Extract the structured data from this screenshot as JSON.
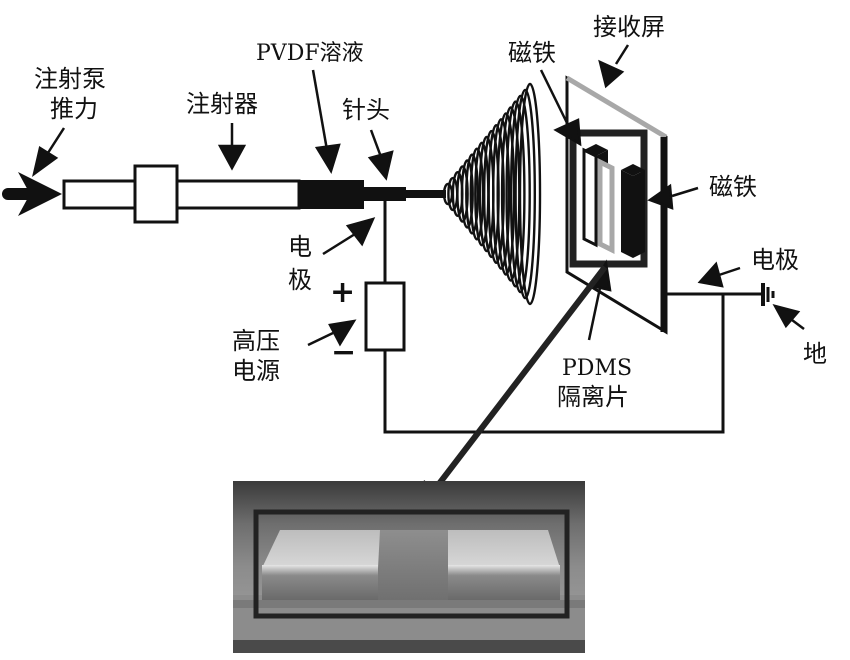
{
  "figure": {
    "title": "Electrospinning setup with magnet-separated receiving screen",
    "labels": {
      "pump_force_line1": "注射泵",
      "pump_force_line2": "推力",
      "syringe": "注射器",
      "pvdf_solution": "PVDF溶液",
      "needle": "针头",
      "electrode_left_line1": "电",
      "electrode_left_line2": "极",
      "hv_supply_line1": "高压",
      "hv_supply_line2": "电源",
      "plus_sign": "+",
      "minus_sign": "−",
      "receiving_screen": "接收屏",
      "magnet_top": "磁铁",
      "magnet_right": "磁铁",
      "electrode_right": "电极",
      "ground": "地",
      "pdms_line1": "PDMS",
      "pdms_line2": "隔离片"
    },
    "photo": {
      "description": "Photograph of two magnets separated by a PDMS spacer, outlined by a dark rectangle"
    },
    "colors": {
      "ink": "#111111",
      "gray_accent": "#a8a8a8",
      "background": "#ffffff"
    }
  }
}
